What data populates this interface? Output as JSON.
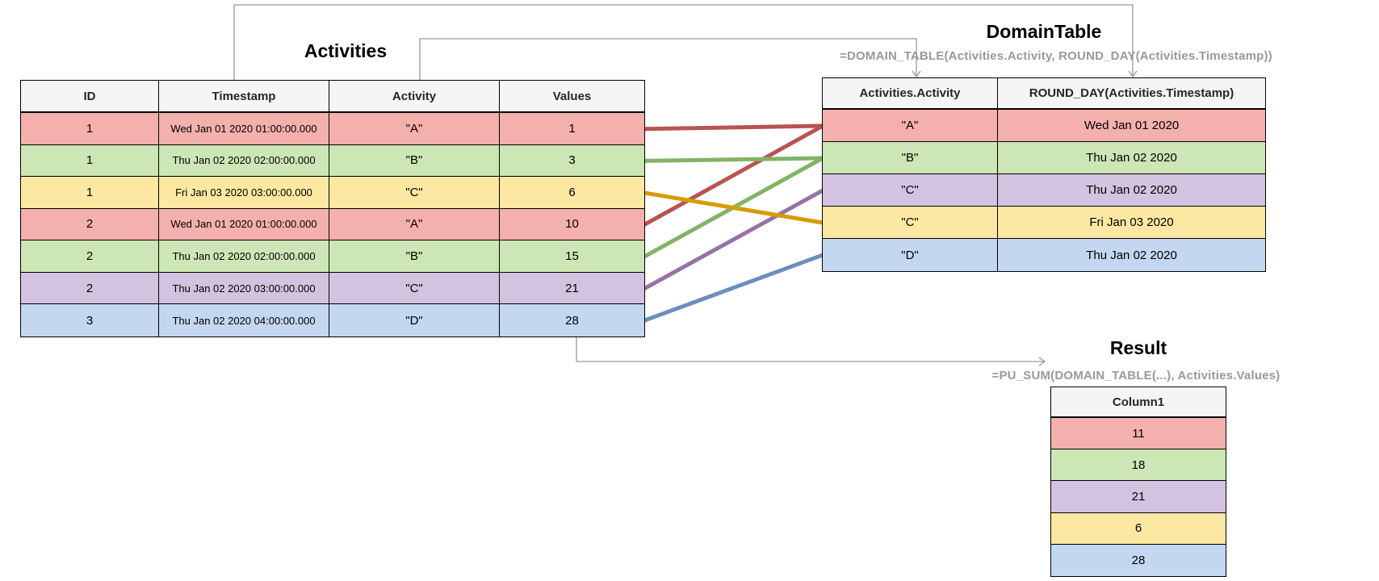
{
  "activities": {
    "title": "Activities",
    "columns": [
      "ID",
      "Timestamp",
      "Activity",
      "Values"
    ],
    "rows": [
      {
        "color": "red",
        "cells": [
          "1",
          "Wed Jan 01 2020 01:00:00.000",
          "\"A\"",
          "1"
        ]
      },
      {
        "color": "green",
        "cells": [
          "1",
          "Thu Jan 02 2020 02:00:00.000",
          "\"B\"",
          "3"
        ]
      },
      {
        "color": "yellow",
        "cells": [
          "1",
          "Fri Jan 03 2020 03:00:00.000",
          "\"C\"",
          "6"
        ]
      },
      {
        "color": "red",
        "cells": [
          "2",
          "Wed Jan 01 2020 01:00:00.000",
          "\"A\"",
          "10"
        ]
      },
      {
        "color": "green",
        "cells": [
          "2",
          "Thu Jan 02 2020 02:00:00.000",
          "\"B\"",
          "15"
        ]
      },
      {
        "color": "purple",
        "cells": [
          "2",
          "Thu Jan 02 2020 03:00:00.000",
          "\"C\"",
          "21"
        ]
      },
      {
        "color": "blue",
        "cells": [
          "3",
          "Thu Jan 02 2020 04:00:00.000",
          "\"D\"",
          "28"
        ]
      }
    ]
  },
  "domain_table": {
    "title": "DomainTable",
    "formula": "=DOMAIN_TABLE(Activities.Activity, ROUND_DAY(Activities.Timestamp))",
    "columns": [
      "Activities.Activity",
      "ROUND_DAY(Activities.Timestamp)"
    ],
    "rows": [
      {
        "color": "red",
        "cells": [
          "\"A\"",
          "Wed Jan 01 2020"
        ]
      },
      {
        "color": "green",
        "cells": [
          "\"B\"",
          "Thu Jan 02 2020"
        ]
      },
      {
        "color": "purple",
        "cells": [
          "\"C\"",
          "Thu Jan 02 2020"
        ]
      },
      {
        "color": "yellow",
        "cells": [
          "\"C\"",
          "Fri Jan 03 2020"
        ]
      },
      {
        "color": "blue",
        "cells": [
          "\"D\"",
          "Thu Jan 02 2020"
        ]
      }
    ]
  },
  "result": {
    "title": "Result",
    "formula": "=PU_SUM(DOMAIN_TABLE(...), Activities.Values)",
    "columns": [
      "Column1"
    ],
    "rows": [
      {
        "color": "red",
        "cells": [
          "11"
        ]
      },
      {
        "color": "green",
        "cells": [
          "18"
        ]
      },
      {
        "color": "purple",
        "cells": [
          "21"
        ]
      },
      {
        "color": "yellow",
        "cells": [
          "6"
        ]
      },
      {
        "color": "blue",
        "cells": [
          "28"
        ]
      }
    ]
  },
  "mappings": [
    {
      "from_row": 0,
      "to_row": 0,
      "color": "red"
    },
    {
      "from_row": 1,
      "to_row": 1,
      "color": "green"
    },
    {
      "from_row": 2,
      "to_row": 3,
      "color": "yellow"
    },
    {
      "from_row": 3,
      "to_row": 0,
      "color": "red"
    },
    {
      "from_row": 4,
      "to_row": 1,
      "color": "green"
    },
    {
      "from_row": 5,
      "to_row": 2,
      "color": "purple"
    },
    {
      "from_row": 6,
      "to_row": 4,
      "color": "blue"
    }
  ],
  "colors": {
    "fill_red": "#f4b0ad",
    "fill_green": "#cde6b5",
    "fill_yellow": "#fce8a2",
    "fill_purple": "#d3c3e0",
    "fill_blue": "#c3d7f0",
    "line_red": "#b85450",
    "line_green": "#82b366",
    "line_yellow": "#d79b00",
    "line_purple": "#9673a6",
    "line_blue": "#6c8ebf",
    "connector": "#999999",
    "formula_text": "#999999",
    "header_fill": "#f5f5f5"
  }
}
